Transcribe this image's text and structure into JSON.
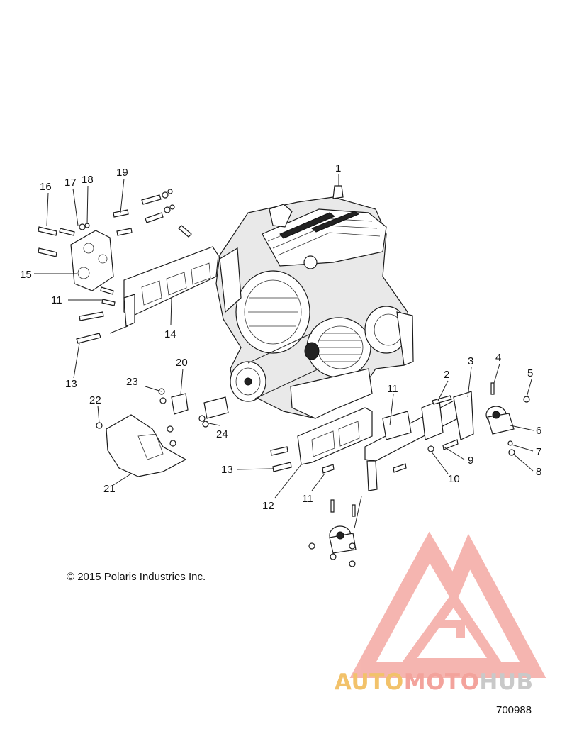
{
  "callouts": [
    "1",
    "2",
    "3",
    "4",
    "5",
    "6",
    "7",
    "8",
    "9",
    "10",
    "11",
    "11",
    "11",
    "12",
    "13",
    "13",
    "14",
    "15",
    "16",
    "17",
    "18",
    "19",
    "20",
    "21",
    "22",
    "23",
    "24"
  ],
  "copyright": "© 2015 Polaris Industries Inc.",
  "drawing_number": "700988",
  "watermark": {
    "part1": "AUTO",
    "part2": "MOTO",
    "part3": "HUB",
    "colors": {
      "auto": "#f2c26a",
      "moto": "#f3a39c",
      "hub": "#c9c9c9",
      "logo": "#f4a9a3"
    }
  }
}
